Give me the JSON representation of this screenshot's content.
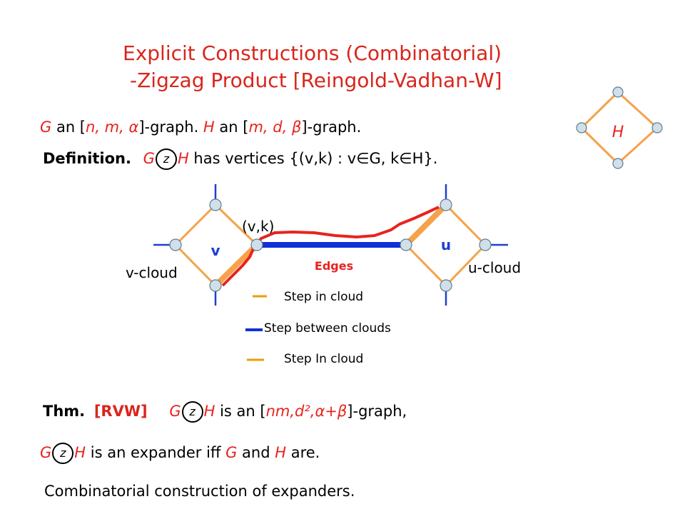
{
  "slide": {
    "title_line1": "Explicit Constructions  (Combinatorial)",
    "title_line2_a": "-Zigzag Product ",
    "title_line2_b": "[Reingold-Vadhan-W]",
    "g_line": {
      "g": "G",
      "an1": " an [",
      "params1": "n, m, α",
      "close1": "]-graph.  ",
      "h": "H",
      "an2": " an [",
      "params2": "m, d, β",
      "close2": "]-graph."
    },
    "definition": {
      "label": "Definition.",
      "g": "G",
      "z": "z",
      "h": "H",
      "text": " has vertices {(v,k) : v∈G, k∈H}."
    },
    "diagram": {
      "h_label": "H",
      "v_label": "v",
      "u_label": "u",
      "vk_label": "(v,k)",
      "v_cloud": "v-cloud",
      "u_cloud": "u-cloud",
      "edges_label": "Edges",
      "legend": [
        "Step in cloud",
        "Step between clouds",
        "Step In cloud"
      ]
    },
    "theorem": {
      "label": "Thm.",
      "ref": "[RVW]",
      "g": "G",
      "z": "z",
      "h": "H",
      "text1": " is an [",
      "params": "nm,d²,α+β",
      "text2": "]-graph,"
    },
    "expander_line": {
      "g": "G",
      "z": "z",
      "h": "H",
      "text1": " is an expander iff ",
      "g2": "G",
      "and": " and ",
      "h2": "H",
      "text2": " are."
    },
    "conclusion": "Combinatorial construction of expanders.",
    "colors": {
      "title": "#d9261c",
      "accent_red": "#e8231e",
      "node_fill": "#cfe0ea",
      "cloud_edge": "#f5a24a",
      "thick_step": "#f3a35a",
      "between_edge": "#1030d8",
      "path": "#e8231e"
    }
  }
}
